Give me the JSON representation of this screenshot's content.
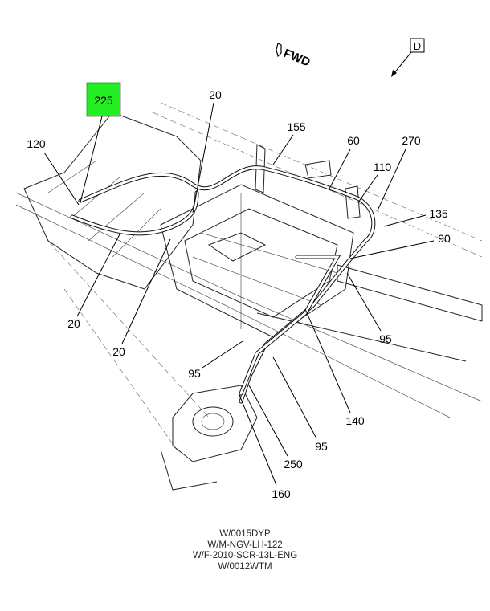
{
  "orientation": {
    "fwd_label": "FWD",
    "view_label": "D"
  },
  "highlighted_callout": {
    "label": "225",
    "color": "#22ee22"
  },
  "callouts": [
    {
      "label": "20"
    },
    {
      "label": "120"
    },
    {
      "label": "155"
    },
    {
      "label": "60"
    },
    {
      "label": "270"
    },
    {
      "label": "110"
    },
    {
      "label": "135"
    },
    {
      "label": "90"
    },
    {
      "label": "95"
    },
    {
      "label": "20"
    },
    {
      "label": "20"
    },
    {
      "label": "95"
    },
    {
      "label": "140"
    },
    {
      "label": "95"
    },
    {
      "label": "250"
    },
    {
      "label": "160"
    }
  ],
  "applicability_codes": [
    "W/0015DYP",
    "W/M-NGV-LH-122",
    "W/F-2010-SCR-13L-ENG",
    "W/0012WTM"
  ]
}
